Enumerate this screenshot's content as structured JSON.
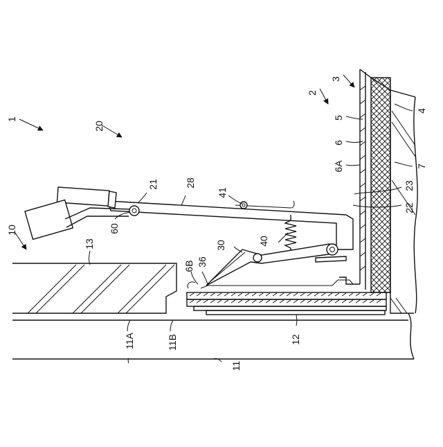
{
  "labels": {
    "l1": "1",
    "l2": "2",
    "l3": "3",
    "l4": "4",
    "l5": "5",
    "l6": "6",
    "l6A": "6A",
    "l6B": "6B",
    "l7": "7",
    "l10": "10",
    "l11": "11",
    "l11A": "11A",
    "l11B": "11B",
    "l12": "12",
    "l13": "13",
    "l20": "20",
    "l21": "21",
    "l22": "22",
    "l23": "23",
    "l28": "28",
    "l30": "30",
    "l36": "36",
    "l40": "40",
    "l41": "41",
    "l60": "60"
  }
}
